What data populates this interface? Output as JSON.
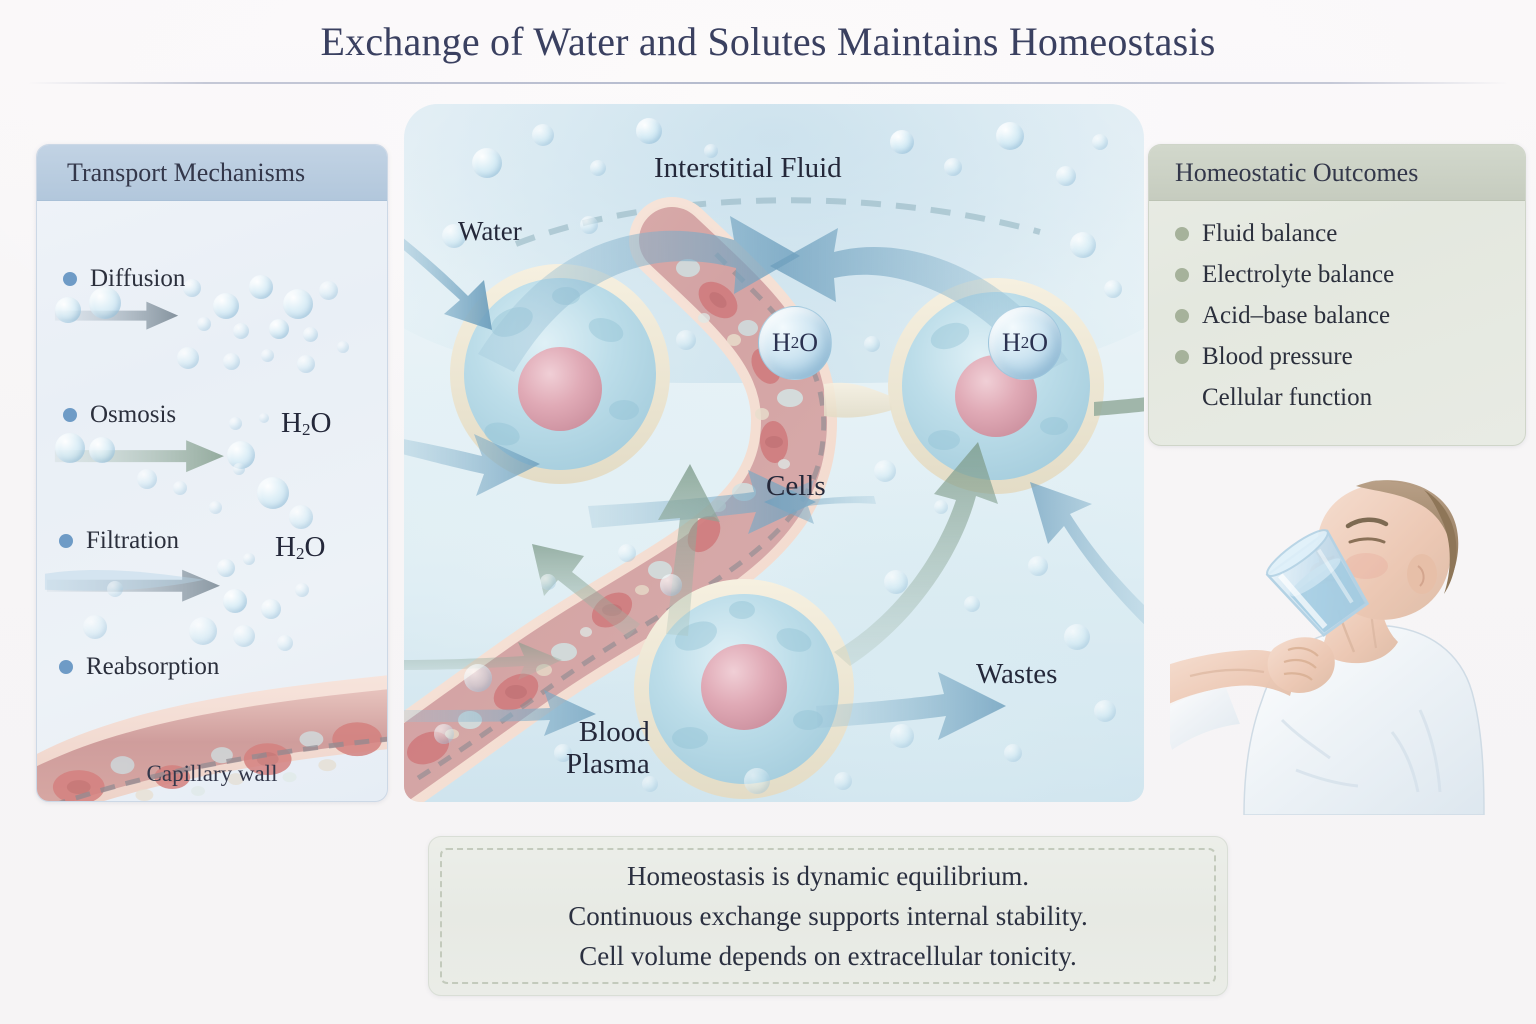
{
  "title": "Exchange of Water and Solutes Maintains Homeostasis",
  "left_panel": {
    "heading": "Transport Mechanisms",
    "items": [
      {
        "label": "Diffusion"
      },
      {
        "label": "Osmosis"
      },
      {
        "label": "Filtration"
      },
      {
        "label": "Reabsorption"
      }
    ],
    "osmosis_tag": "H2O",
    "filtration_tag": "H2O",
    "footer_label": "Capillary wall",
    "bullet_color": "#6e9bc6",
    "header_color": "#b2c7dc"
  },
  "right_panel": {
    "heading": "Homeostatic Outcomes",
    "items": [
      {
        "label": "Fluid balance",
        "bullet": true
      },
      {
        "label": "Electrolyte balance",
        "bullet": true
      },
      {
        "label": "Acid–base balance",
        "bullet": true
      },
      {
        "label": "Blood pressure",
        "bullet": true
      },
      {
        "label": "Cellular function",
        "bullet": false
      }
    ],
    "bullet_color": "#a6b29b",
    "header_color": "#c6ccbf"
  },
  "stage": {
    "interstitial_label": "Interstitial Fluid",
    "water_label": "Water",
    "cells_label": "Cells",
    "wastes_label": "Wastes",
    "blood_plasma_label_line1": "Blood",
    "blood_plasma_label_line2": "Plasma",
    "h2o_left": "H2O",
    "h2o_right": "H2O",
    "fluid_color": "#dfeef4"
  },
  "caption": {
    "lines": [
      "Homeostasis is dynamic equilibrium.",
      "Continuous exchange supports internal stability.",
      "Cell volume depends on extracellular tonicity."
    ]
  },
  "person": {
    "alt": "person drinking a glass of water"
  },
  "colors": {
    "background": "#f8f6f7",
    "title_text": "#3a4060",
    "body_text": "#2b2f3c",
    "arrow_blue": "#6e9fbd",
    "arrow_green": "#8fa897",
    "capillary_red": "#c98d90",
    "nucleus_pink": "#dda9b4"
  }
}
